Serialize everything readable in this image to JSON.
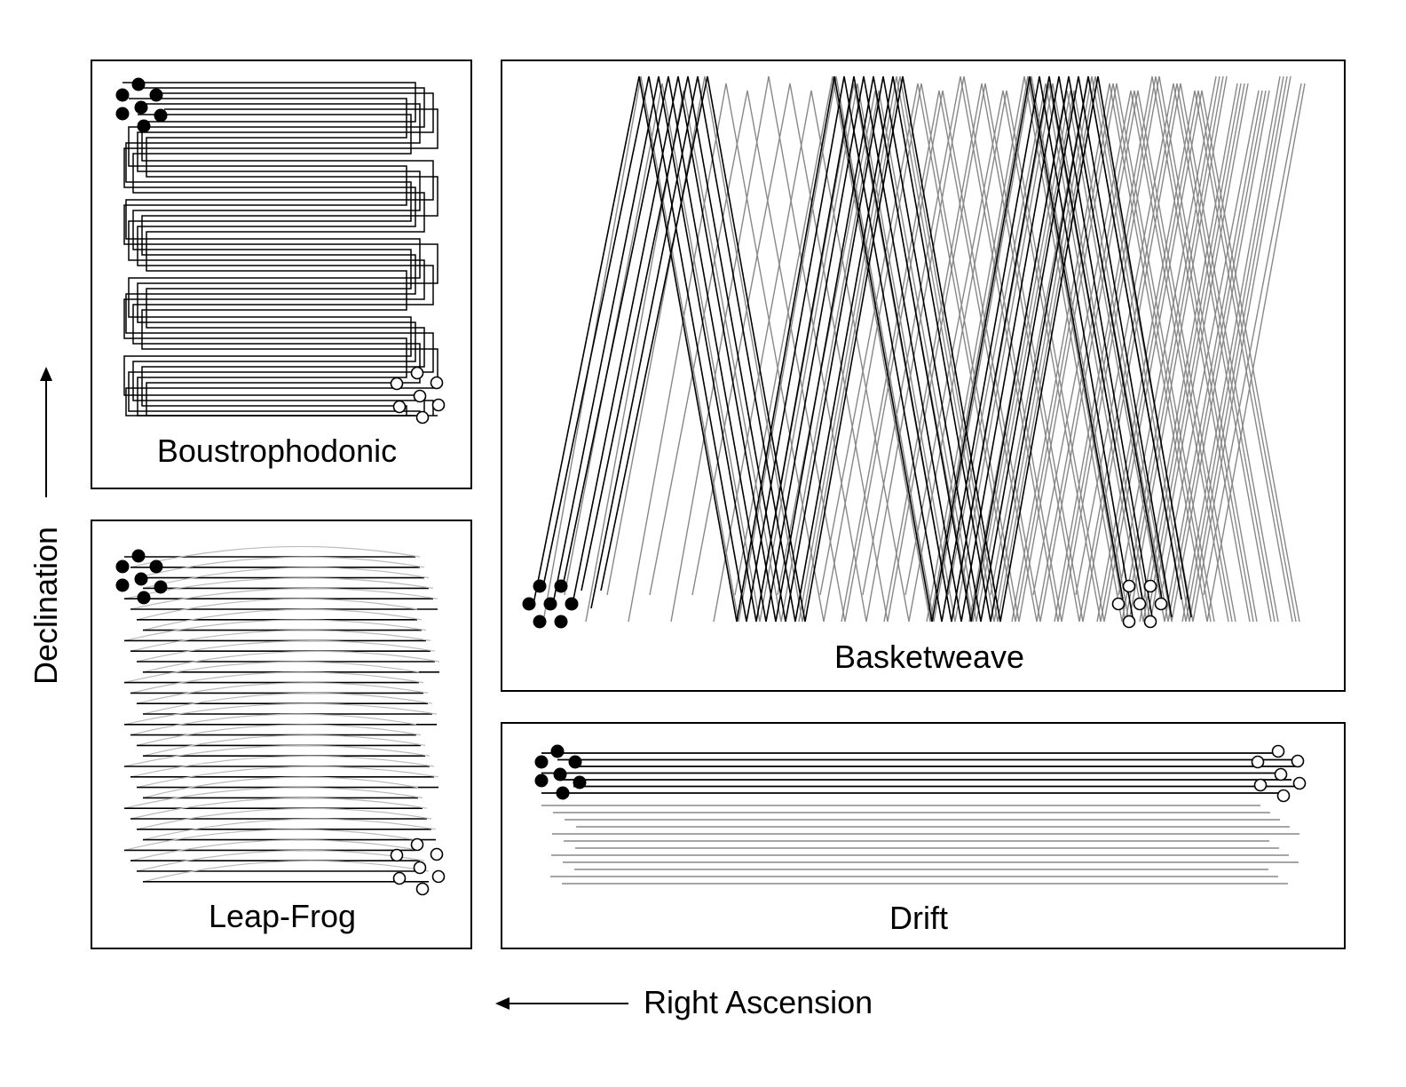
{
  "axes": {
    "x_label": "Right Ascension",
    "y_label": "Declination"
  },
  "panels": {
    "boustrophodonic": {
      "label": "Boustrophodonic"
    },
    "leapfrog": {
      "label": "Leap-Frog"
    },
    "basketweave": {
      "label": "Basketweave"
    },
    "drift": {
      "label": "Drift"
    }
  },
  "colors": {
    "primary": "#000000",
    "secondary": "#888888"
  }
}
